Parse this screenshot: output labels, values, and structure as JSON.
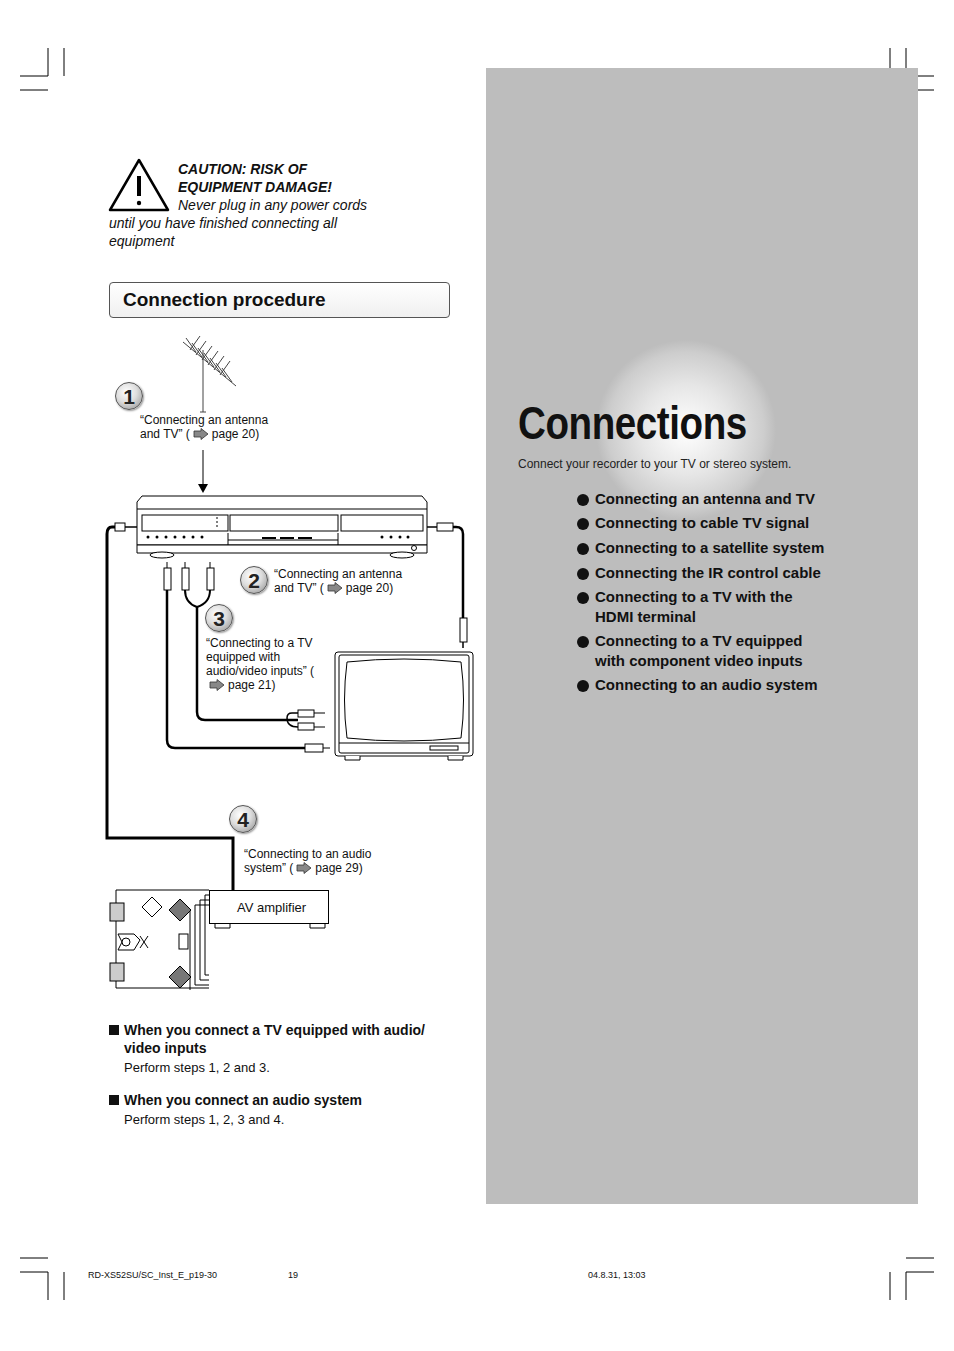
{
  "diagram": {
    "title": "Connections",
    "nodes": [
      {
        "text": [
          "Connection procedure"
        ]
      },
      {
        "text": [
          "1"
        ]
      },
      {
        "text": [
          "2"
        ]
      },
      {
        "text": [
          "3"
        ]
      },
      {
        "text": [
          "4"
        ]
      },
      {
        "text": [
          "AV amplifier"
        ]
      },
      {
        "text": [
          "Connect your recorder to your TV or stereo system.",
          "Connecting an antenna and TV",
          "Connecting to cable TV signal",
          "Connecting to a satellite system",
          "Connecting the IR control cable",
          "Connecting to a TV with the HDMI terminal",
          "Connecting to a TV equipped with component video inputs",
          "Connecting to an audio system"
        ]
      }
    ],
    "labels": [
      "CAUTION: RISK OF EQUIPMENT DAMAGE!",
      "Never plug in any power cords until you have finished connecting all equipment",
      "“Connecting an antenna and TV” (",
      "page 20)",
      "“Connecting an antenna and TV” (",
      "page 20)",
      "“Connecting to a TV equipped with audio/video inputs” (",
      "page 21)",
      "“Connecting to an audio system” (",
      "page 29)",
      "When you connect a TV equipped with audio/ video inputs",
      "Perform steps 1, 2 and 3.",
      "When you connect an audio system",
      "Perform steps 1, 2, 3 and 4.",
      "RD-XS52SU/SC_Inst_E_p19-30",
      "19",
      "04.8.31, 13:03"
    ]
  }
}
